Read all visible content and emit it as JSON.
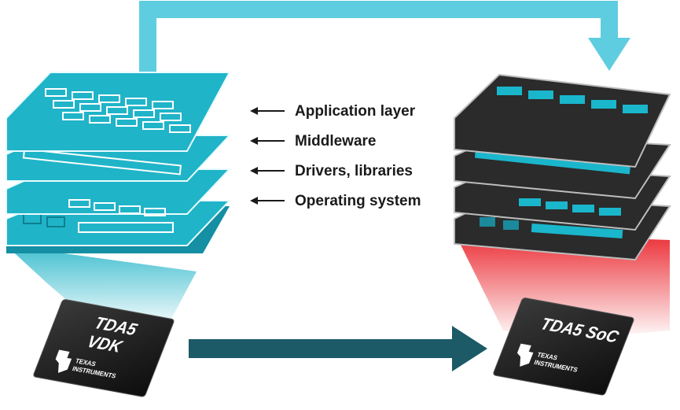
{
  "layers": [
    {
      "label": "Application layer"
    },
    {
      "label": "Middleware"
    },
    {
      "label": "Drivers, libraries"
    },
    {
      "label": "Operating system"
    }
  ],
  "vdk_chip": {
    "line1": "TDA5",
    "line2": "VDK",
    "brand_line1": "TEXAS",
    "brand_line2": "INSTRUMENTS"
  },
  "soc_chip": {
    "line1": "TDA5 SoC",
    "brand_line1": "TEXAS",
    "brand_line2": "INSTRUMENTS"
  },
  "colors": {
    "vdk_layer": "#20b4c8",
    "vdk_layer_edge": "#148fa3",
    "soc_layer": "#2b2b2b",
    "soc_accent": "#1ab6cc",
    "top_arrow": "#5fcde0",
    "bottom_arrow": "#1b5a66",
    "soc_glow": "#e8141c"
  }
}
